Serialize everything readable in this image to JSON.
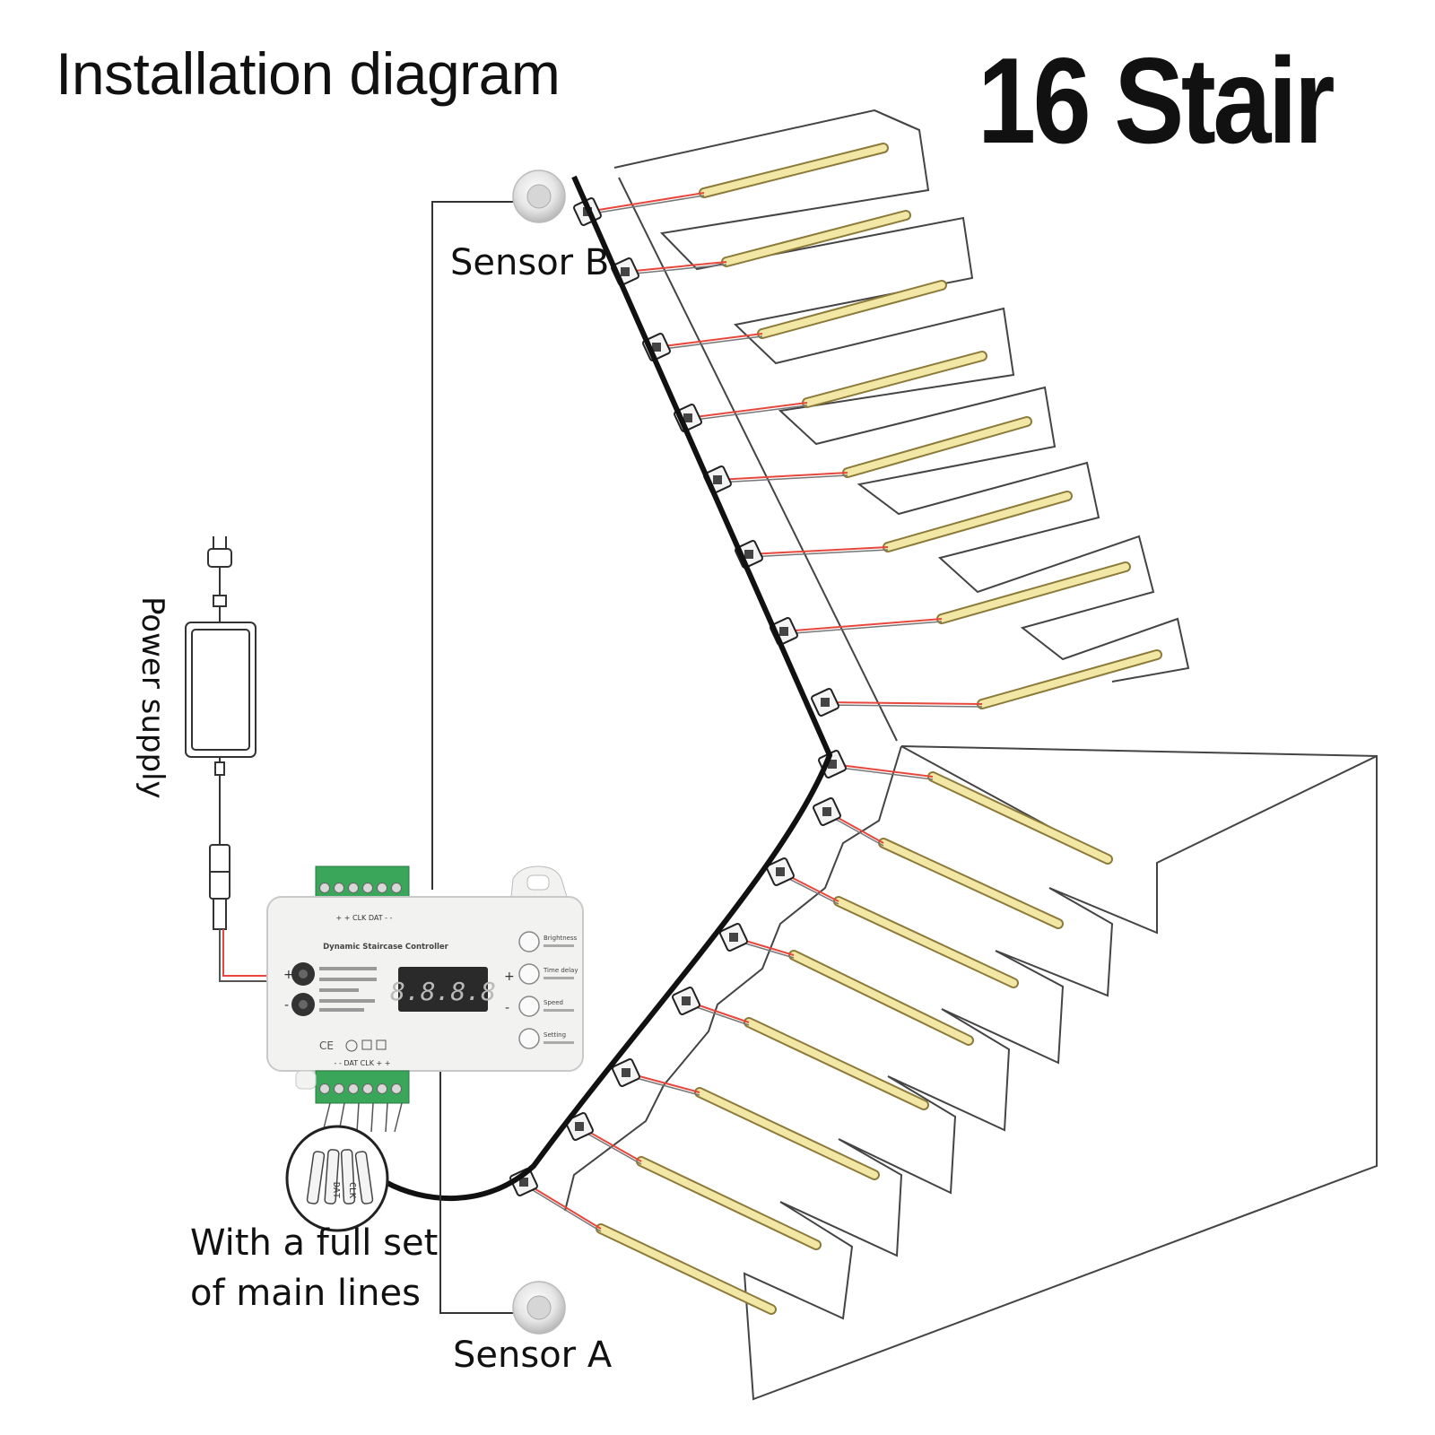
{
  "header": {
    "title": "Installation diagram",
    "stair_count_label": "16 Stair"
  },
  "labels": {
    "sensor_b": "Sensor B",
    "sensor_a": "Sensor A",
    "power_supply": "Power supply",
    "main_lines_line1": "With a full set",
    "main_lines_line2": "of main lines"
  },
  "controller": {
    "name": "Dynamic Staircase Controller",
    "display": "8.8.8.8",
    "buttons": [
      "Brightness",
      "Time delay",
      "Speed",
      "Setting"
    ],
    "terminal_top": "+ + CLK DAT - -",
    "terminal_bottom": "- - DAT CLK + +",
    "wire_labels": [
      "DAT",
      "CLK"
    ]
  },
  "colors": {
    "line": "#333333",
    "light_strip": "#f3e7a6",
    "red_wire": "#e8473c",
    "terminal_green": "#3aa65a",
    "controller_body": "#f2f2f0"
  },
  "icons": [
    "plug-icon",
    "sensor-b-icon",
    "sensor-a-icon",
    "ce-mark-icon"
  ]
}
